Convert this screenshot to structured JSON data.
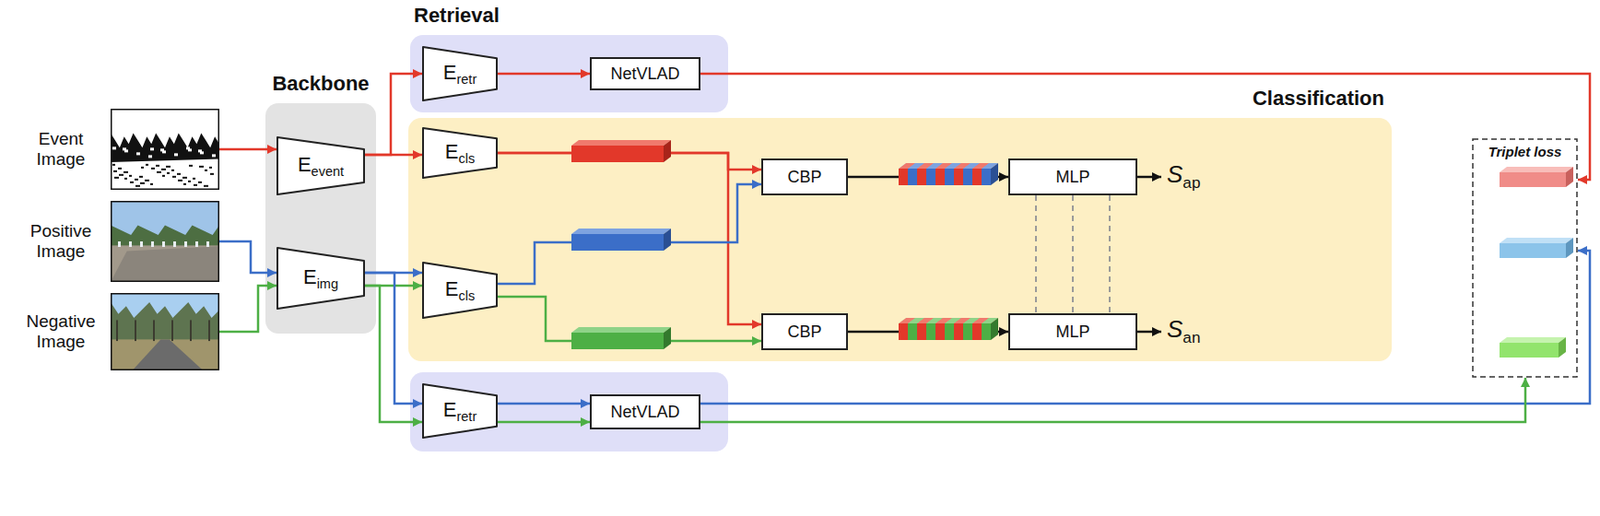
{
  "diagram": {
    "nodes": [
      {
        "text": [
          "Event Image"
        ]
      },
      {
        "text": [
          "Positive Image"
        ]
      },
      {
        "text": [
          "Negative Image"
        ]
      },
      {
        "text": [
          "Backbone"
        ]
      },
      {
        "text": [
          "Eevent"
        ],
        "in": 3
      },
      {
        "text": [
          "Eimg"
        ],
        "in": 3
      },
      {
        "text": [
          "Retrieval"
        ]
      },
      {
        "text": [
          "Eretr"
        ],
        "in": 6
      },
      {
        "text": [
          "NetVLAD"
        ],
        "in": 6
      },
      {
        "text": [
          "Classification"
        ]
      },
      {
        "text": [
          "Ecls"
        ],
        "in": 9
      },
      {
        "text": [
          "Ecls"
        ],
        "in": 9
      },
      {
        "text": [
          "CBP"
        ],
        "in": 9
      },
      {
        "text": [
          "MLP"
        ],
        "in": 9
      },
      {
        "text": [
          "CBP"
        ],
        "in": 9
      },
      {
        "text": [
          "MLP"
        ],
        "in": 9
      },
      {
        "text": []
      },
      {
        "text": [
          "Eretr"
        ],
        "in": 16
      },
      {
        "text": [
          "NetVLAD"
        ],
        "in": 16
      },
      {
        "text": [
          "Triplet loss"
        ]
      }
    ],
    "edges": [
      {
        "from": 0,
        "to": 4,
        "arrow": "to"
      },
      {
        "from": 1,
        "to": 5,
        "arrow": "to"
      },
      {
        "from": 2,
        "to": 5,
        "arrow": "to"
      },
      {
        "from": 4,
        "to": 7,
        "arrow": "to"
      },
      {
        "from": 4,
        "to": 10,
        "arrow": "to"
      },
      {
        "from": 7,
        "to": 8,
        "arrow": "to"
      },
      {
        "from": 5,
        "to": 11,
        "arrow": "to"
      },
      {
        "from": 5,
        "to": 11,
        "arrow": "to"
      },
      {
        "from": 5,
        "to": 17,
        "arrow": "to"
      },
      {
        "from": 5,
        "to": 17,
        "arrow": "to"
      },
      {
        "from": 17,
        "to": 18,
        "arrow": "to"
      },
      {
        "from": 17,
        "to": 18,
        "arrow": "to"
      },
      {
        "from": 10,
        "to": 12,
        "arrow": "to"
      },
      {
        "from": 10,
        "to": 14,
        "arrow": "to"
      },
      {
        "from": 11,
        "to": 12,
        "arrow": "to"
      },
      {
        "from": 11,
        "to": 14,
        "arrow": "to"
      },
      {
        "from": 12,
        "to": 13,
        "arrow": "to"
      },
      {
        "from": 14,
        "to": 15,
        "arrow": "to"
      },
      {
        "from": 13,
        "to": 15,
        "arrow": "none"
      },
      {
        "from": 13,
        "to": 15,
        "arrow": "none"
      },
      {
        "from": 13,
        "to": 15,
        "arrow": "none"
      },
      {
        "from": 8,
        "to": 19,
        "arrow": "to"
      },
      {
        "from": 18,
        "to": 19,
        "arrow": "to"
      },
      {
        "from": 18,
        "to": 19,
        "arrow": "to"
      }
    ],
    "labels": [
      "Sap",
      "San"
    ]
  }
}
